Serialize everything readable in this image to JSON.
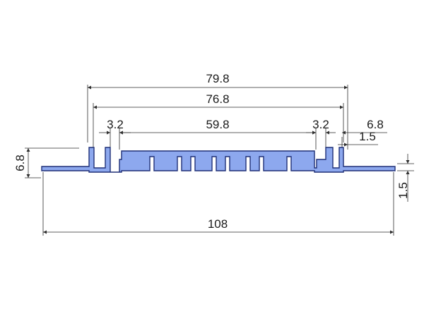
{
  "colors": {
    "background": "#ffffff",
    "profile_fill": "#8da8ee",
    "profile_outline": "#1e2f77",
    "dimension_line": "#2e2e2e",
    "text": "#1a1a1a"
  },
  "dimensions": {
    "overall_width": "108",
    "outer_rib_span": "79.8",
    "inner_rib_span": "76.8",
    "channel_span": "59.8",
    "channel_left": "3.2",
    "channel_right": "3.2",
    "rib_height": "6.8",
    "right_offset": "6.8",
    "rib_thickness": "1.5",
    "base_thickness": "1.5"
  }
}
